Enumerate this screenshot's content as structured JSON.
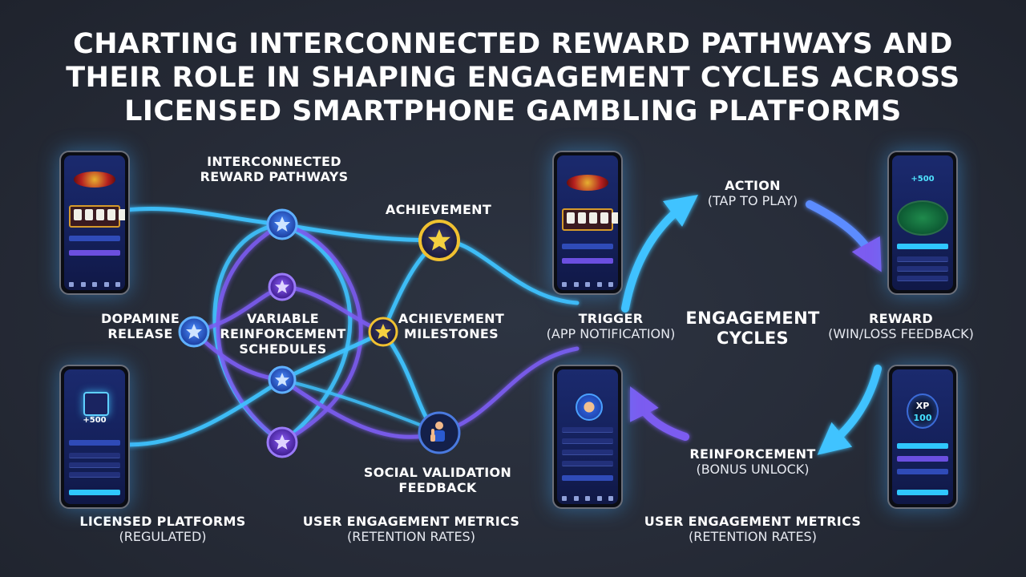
{
  "title": {
    "lines": [
      "CHARTING INTERCONNECTED REWARD PATHWAYS AND",
      "THEIR ROLE IN SHAPING ENGAGEMENT CYCLES ACROSS",
      "LICENSED SMARTPHONE GAMBLING PLATFORMS"
    ]
  },
  "network": {
    "reward_pathways": {
      "line1": "INTERCONNECTED",
      "line2": "REWARD PATHWAYS"
    },
    "achievement": {
      "title": "ACHIEVEMENT"
    },
    "dopamine": {
      "line1": "DOPAMINE",
      "line2": "RELEASE"
    },
    "variable": {
      "line1": "VARIABLE",
      "line2": "REINFORCEMENT",
      "line3": "SCHEDULES"
    },
    "milestones": {
      "line1": "ACHIEVEMENT",
      "line2": "MILESTONES"
    },
    "social": {
      "line1": "SOCIAL VALIDATION",
      "line2": "FEEDBACK"
    },
    "licensed": {
      "title": "LICENSED PLATFORMS",
      "sub": "(REGULATED)"
    },
    "metrics_left": {
      "title": "USER ENGAGEMENT METRICS",
      "sub": "(RETENTION RATES)"
    }
  },
  "cycle": {
    "center": {
      "line1": "ENGAGEMENT",
      "line2": "CYCLES"
    },
    "action": {
      "title": "ACTION",
      "sub": "(TAP TO PLAY)"
    },
    "trigger": {
      "title": "TRIGGER",
      "sub": "(APP NOTIFICATION)"
    },
    "reward": {
      "title": "REWARD",
      "sub": "(WIN/LOSS FEEDBACK)"
    },
    "reinforcement": {
      "title": "REINFORCEMENT",
      "sub": "(BONUS UNLOCK)"
    },
    "metrics_right": {
      "title": "USER ENGAGEMENT METRICS",
      "sub": "(RETENTION RATES)"
    }
  },
  "phones": {
    "bonus_amount": "+500",
    "poker_amount": "+500",
    "xp_label": "XP",
    "xp_value": "100"
  },
  "colors": {
    "cyan": "#3fc3ff",
    "violet": "#7b5cf0",
    "node_blue": "#2a5ed8",
    "node_purple": "#6a3ad0",
    "gold": "#f0c030",
    "background": "#262b37"
  },
  "icons": {
    "nodes": "star-icon",
    "social": "thumbs-up-icon",
    "cycle": "arrow-icon"
  }
}
